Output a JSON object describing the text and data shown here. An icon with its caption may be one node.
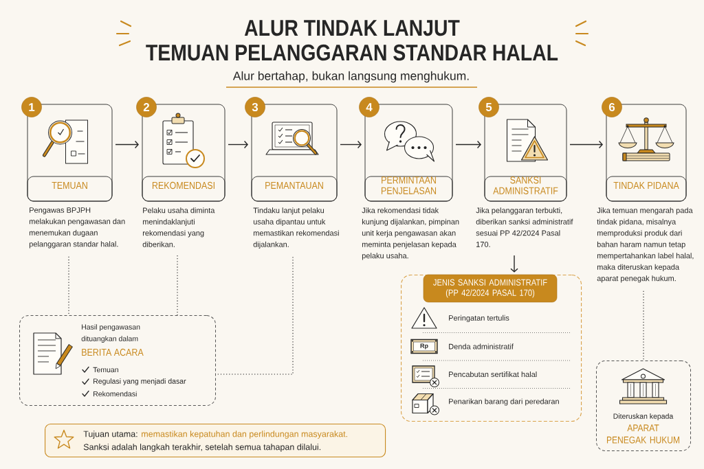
{
  "diagram": {
    "title": "ALUR TINDAK LANJUT TEMUAN PELANGGARAN STANDAR HALAL",
    "nodes": [
      {
        "text": [
          "1"
        ]
      },
      {
        "text": [
          "TEMUAN"
        ]
      },
      {
        "text": [
          "Pengawas BPJPH melakukan pengawasan dan menemukan dugaan pelanggaran standar halal."
        ]
      },
      {
        "text": [
          "2"
        ]
      },
      {
        "text": [
          "REKOMENDASI"
        ]
      },
      {
        "text": [
          "Pelaku usaha diminta menindaklanjuti rekomendasi yang diberikan."
        ]
      },
      {
        "text": [
          "3"
        ]
      },
      {
        "text": [
          "PEMANTAUAN"
        ]
      },
      {
        "text": [
          "Tindaku lanjut pelaku usaha dipantau untuk memastikan rekomendasi dijalankan."
        ]
      },
      {
        "text": [
          "4"
        ]
      },
      {
        "text": [
          "PERMINTAAN PENJELASAN"
        ]
      },
      {
        "text": [
          "Jika rekomendasi tidak kunjung dijalankan, pimpinan unit kerja pengawasan akan meminta penjelasan kepada pelaku usaha."
        ]
      },
      {
        "text": [
          "5"
        ]
      },
      {
        "text": [
          "SANKSI ADMINISTRATIF"
        ]
      },
      {
        "text": [
          "Jika pelanggaran terbukti, diberikan sanksi administratif sesuai PP 42/2024 Pasal 170."
        ]
      },
      {
        "text": [
          "6"
        ]
      },
      {
        "text": [
          "TINDAK PIDANA"
        ]
      },
      {
        "text": [
          "Jika temuan mengarah pada tindak pidana, misalnya memproduksi produk dari bahan haram namun tetap mempertahankan label halal, maka diteruskan kepada aparat penegak hukum."
        ]
      },
      {
        "text": [
          "Hasil pengawasan dituangkan dalam",
          "BERITA ACARA",
          "Temuan",
          "Regulasi yang menjadi dasar",
          "Rekomendasi"
        ]
      },
      {
        "text": [
          "Peringatan tertulis",
          "Denda administratif",
          "Pencabutan sertifikat halal",
          "Penarikan barang dari peredaran"
        ]
      },
      {
        "text": [
          "JENIS SANKSI ADMINISTRATIF (PP 42/2024 PASAL 170)"
        ],
        "in": 19
      },
      {
        "text": [
          "Diteruskan kepada",
          "APARAT PENEGAK HUKUM"
        ]
      },
      {
        "text": [
          "Tujuan utama:",
          "memastikan kepatuhan dan perlindungan masyarakat.",
          "Sanksi adalah langkah terakhir, setelah semua tahapan dilalui."
        ]
      }
    ],
    "edges": [
      {
        "from": 1,
        "to": 4,
        "arrow": "to"
      },
      {
        "from": 4,
        "to": 7,
        "arrow": "to"
      },
      {
        "from": 7,
        "to": 10,
        "arrow": "to"
      },
      {
        "from": 10,
        "to": 13,
        "arrow": "to"
      },
      {
        "from": 13,
        "to": 16,
        "arrow": "to"
      },
      {
        "from": 2,
        "to": 18,
        "arrow": "none",
        "style": "dashed"
      },
      {
        "from": 5,
        "to": 18,
        "arrow": "none",
        "style": "dashed"
      },
      {
        "from": 8,
        "to": 18,
        "arrow": "none",
        "style": "dashed"
      },
      {
        "from": 14,
        "to": 20,
        "arrow": "to"
      },
      {
        "from": 17,
        "to": 21,
        "arrow": "none",
        "style": "dashed"
      }
    ],
    "labels": [
      "Alur bertahap, bukan langsung menghukum.",
      "Rp"
    ]
  }
}
